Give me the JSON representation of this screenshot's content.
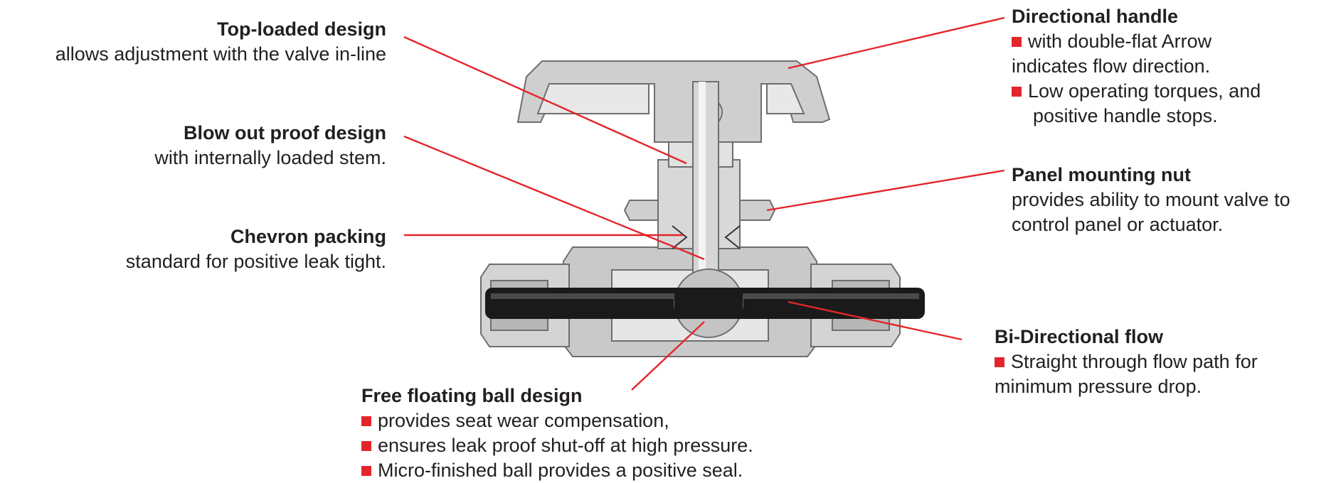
{
  "colors": {
    "leader": "#e3262b",
    "bullet": "#e3262b",
    "metal_light": "#dcdcdc",
    "metal_mid": "#bfbfbf",
    "metal_dark": "#8f8f8f",
    "tube": "#1a1a1a"
  },
  "callouts": {
    "top_loaded": {
      "title": "Top-loaded design",
      "lines": [
        "allows adjustment with the valve in-line"
      ]
    },
    "blow_out": {
      "title": "Blow out proof design",
      "lines": [
        "with internally loaded stem."
      ]
    },
    "chevron": {
      "title": "Chevron packing",
      "lines": [
        "standard for positive leak tight."
      ]
    },
    "directional": {
      "title": "Directional handle",
      "b1a": "with double-flat Arrow",
      "b1b": "indicates flow direction.",
      "b2a": "Low operating torques, and",
      "b2b": "positive handle stops."
    },
    "panel_nut": {
      "title": "Panel mounting nut",
      "lines": [
        "provides ability to mount valve to",
        "control panel or actuator."
      ]
    },
    "bidirectional": {
      "title": "Bi-Directional flow",
      "b1a": "Straight through flow path for",
      "b1b": "minimum pressure drop."
    },
    "free_ball": {
      "title": "Free floating ball design",
      "bullets": [
        "provides seat wear compensation,",
        "ensures leak proof shut-off at high pressure.",
        "Micro-finished ball provides a positive seal."
      ]
    }
  }
}
